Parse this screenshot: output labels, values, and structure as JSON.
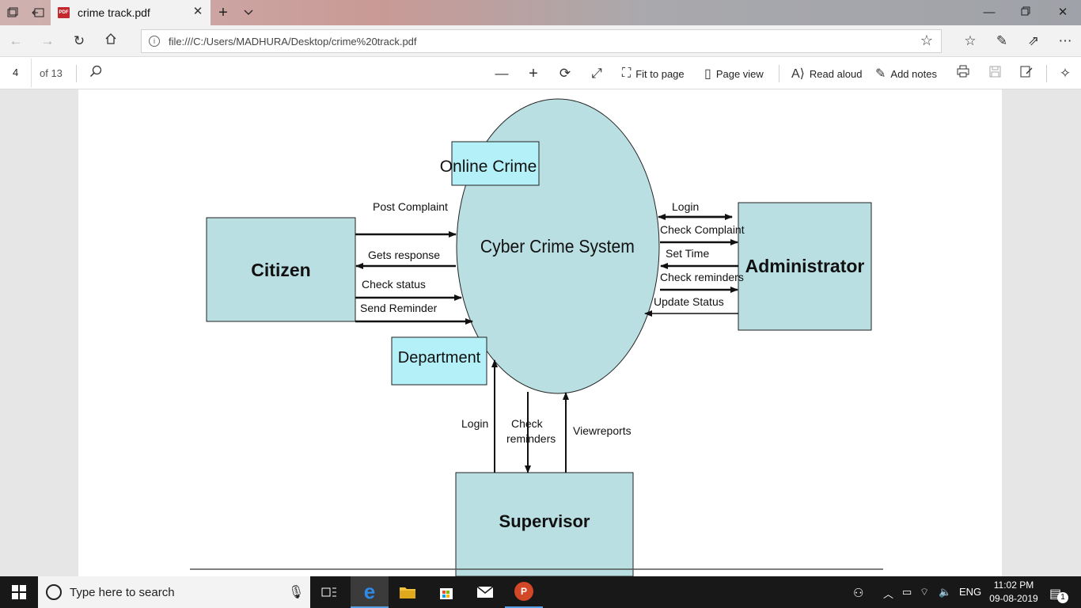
{
  "browser": {
    "tab_title": "crime track.pdf",
    "url": "file:///C:/Users/MADHURA/Desktop/crime%20track.pdf",
    "pdf_badge": "PDF"
  },
  "pdf_toolbar": {
    "page_number": "4",
    "page_total": "of 13",
    "fit_to_page": "Fit to page",
    "page_view": "Page view",
    "read_aloud": "Read aloud",
    "add_notes": "Add notes"
  },
  "diagram": {
    "center": "Cyber Crime System",
    "online_crime": "Online Crime",
    "department": "Department",
    "citizen": "Citizen",
    "administrator": "Administrator",
    "supervisor": "Supervisor",
    "citizen_flows": [
      "Post Complaint",
      "Gets response",
      "Check  status",
      "Send Reminder"
    ],
    "admin_flows": [
      "Login",
      "Check Complaint",
      "Set Time",
      "Check reminders",
      "Update Status"
    ],
    "supervisor_flows": {
      "login": "Login",
      "check_line1": "Check",
      "check_line2": "reminders",
      "view_reports": "Viewreports"
    },
    "colors": {
      "fill_light": "#b9dfe2",
      "fill_cyan": "#b4f0f8",
      "stroke": "#111111"
    }
  },
  "taskbar": {
    "search_placeholder": "Type here to search",
    "language": "ENG",
    "time": "11:02 PM",
    "date": "09-08-2019",
    "notification_count": "1"
  }
}
